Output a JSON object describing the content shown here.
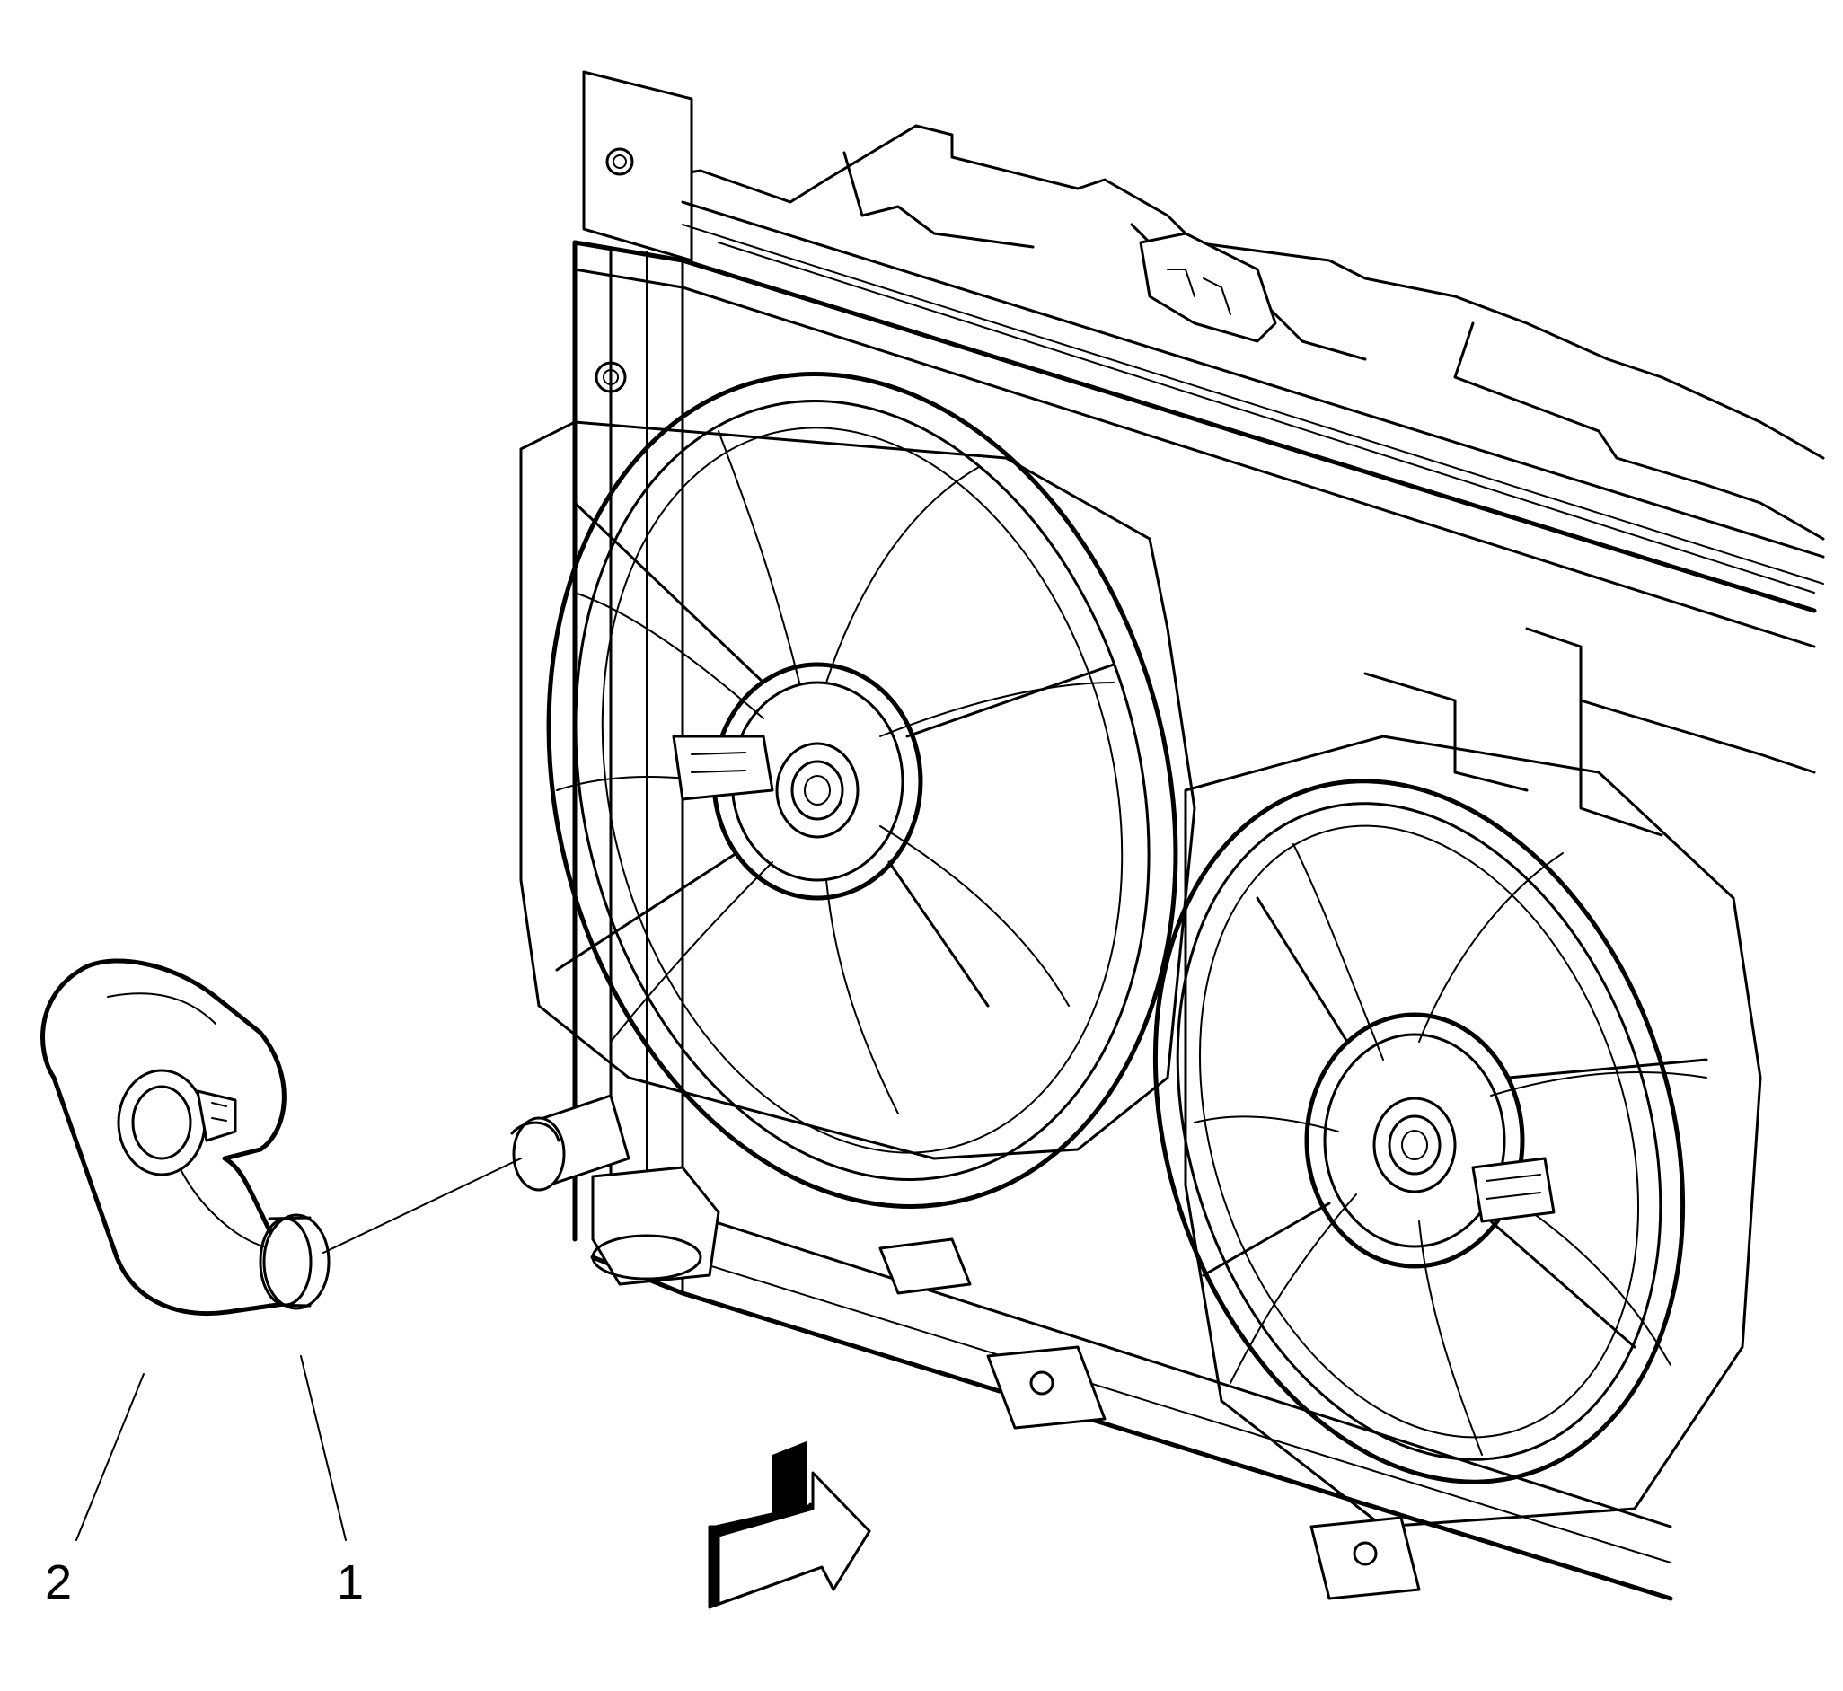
{
  "callouts": [
    {
      "id": "1",
      "label": "1"
    },
    {
      "id": "2",
      "label": "2"
    }
  ],
  "colors": {
    "line": "#000000",
    "background": "#ffffff"
  },
  "icons": {
    "direction_arrow": "arrow-icon"
  }
}
